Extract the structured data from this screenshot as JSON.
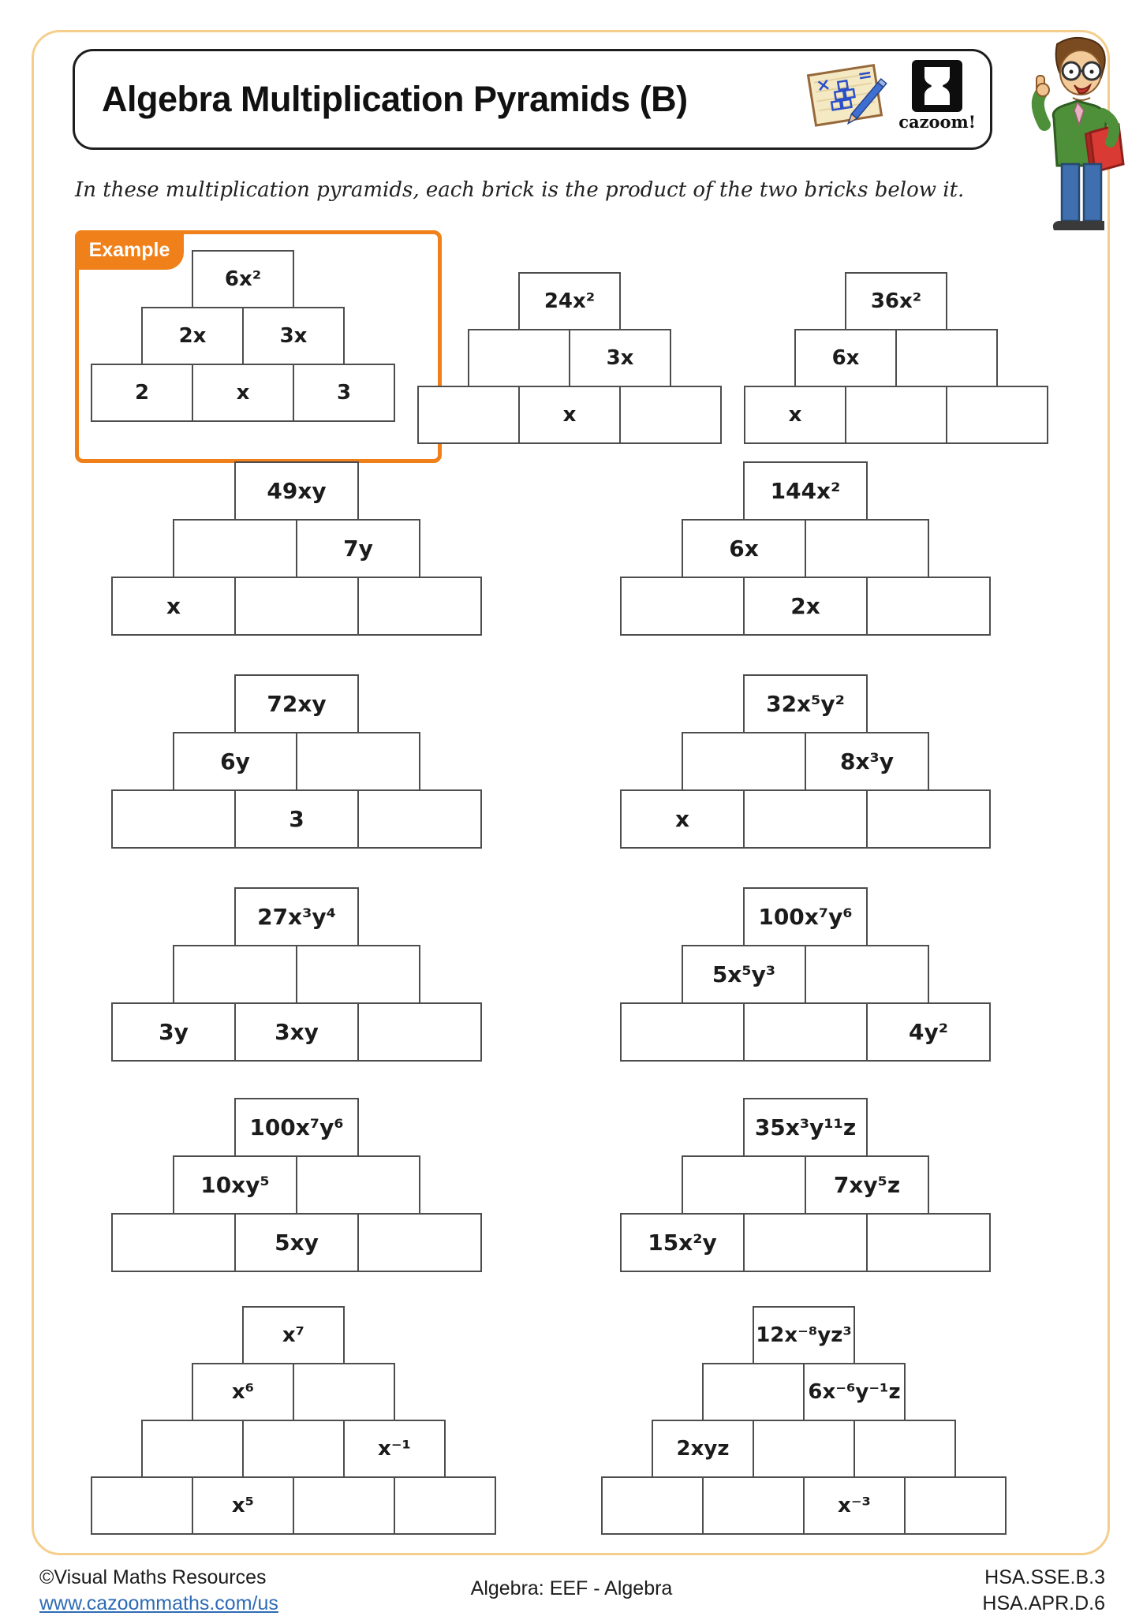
{
  "header": {
    "title": "Algebra Multiplication Pyramids (B)",
    "logo_text": "cazoom!"
  },
  "instruction": "In these multiplication pyramids, each brick is the product of the two bricks below it.",
  "example_label": "Example",
  "colors": {
    "accent_orange": "#f08019",
    "page_border": "#f6ce8c",
    "cell_border": "#4d4d4d",
    "link_blue": "#2e6cb5"
  },
  "pyramids": [
    {
      "name": "example-pyramid",
      "rows": [
        [
          "6x²"
        ],
        [
          "2x",
          "3x"
        ],
        [
          "2",
          "x",
          "3"
        ]
      ]
    },
    {
      "name": "pyramid-24x2",
      "rows": [
        [
          "24x²"
        ],
        [
          "",
          "3x"
        ],
        [
          "",
          "x",
          ""
        ]
      ]
    },
    {
      "name": "pyramid-36x2",
      "rows": [
        [
          "36x²"
        ],
        [
          "6x",
          ""
        ],
        [
          "x",
          "",
          ""
        ]
      ]
    },
    {
      "name": "pyramid-49xy",
      "rows": [
        [
          "49xy"
        ],
        [
          "",
          "7y"
        ],
        [
          "x",
          "",
          ""
        ]
      ]
    },
    {
      "name": "pyramid-144x2",
      "rows": [
        [
          "144x²"
        ],
        [
          "6x",
          ""
        ],
        [
          "",
          "2x",
          ""
        ]
      ]
    },
    {
      "name": "pyramid-72xy",
      "rows": [
        [
          "72xy"
        ],
        [
          "6y",
          ""
        ],
        [
          "",
          "3",
          ""
        ]
      ]
    },
    {
      "name": "pyramid-32x5y2",
      "rows": [
        [
          "32x⁵y²"
        ],
        [
          "",
          "8x³y"
        ],
        [
          "x",
          "",
          ""
        ]
      ]
    },
    {
      "name": "pyramid-27x3y4",
      "rows": [
        [
          "27x³y⁴"
        ],
        [
          "",
          ""
        ],
        [
          "3y",
          "3xy",
          ""
        ]
      ]
    },
    {
      "name": "pyramid-100x7y6-a",
      "rows": [
        [
          "100x⁷y⁶"
        ],
        [
          "5x⁵y³",
          ""
        ],
        [
          "",
          "",
          "4y²"
        ]
      ]
    },
    {
      "name": "pyramid-100x7y6-b",
      "rows": [
        [
          "100x⁷y⁶"
        ],
        [
          "10xy⁵",
          ""
        ],
        [
          "",
          "5xy",
          ""
        ]
      ]
    },
    {
      "name": "pyramid-35x3y11z",
      "rows": [
        [
          "35x³y¹¹z"
        ],
        [
          "",
          "7xy⁵z"
        ],
        [
          "15x²y",
          "",
          ""
        ]
      ]
    },
    {
      "name": "pyramid-x7",
      "rows": [
        [
          "x⁷"
        ],
        [
          "x⁶",
          ""
        ],
        [
          "",
          "",
          "x⁻¹"
        ],
        [
          "",
          "x⁵",
          "",
          ""
        ]
      ]
    },
    {
      "name": "pyramid-12x-8yz3",
      "rows": [
        [
          "12x⁻⁸yz³"
        ],
        [
          "",
          "6x⁻⁶y⁻¹z"
        ],
        [
          "2xyz",
          "",
          ""
        ],
        [
          "",
          "",
          "x⁻³",
          ""
        ]
      ]
    }
  ],
  "footer": {
    "copyright": "©Visual Maths Resources",
    "url": "www.cazoommaths.com/us",
    "center": "Algebra: EEF - Algebra",
    "codes": [
      "HSA.SSE.B.3",
      "HSA.APR.D.6"
    ]
  }
}
